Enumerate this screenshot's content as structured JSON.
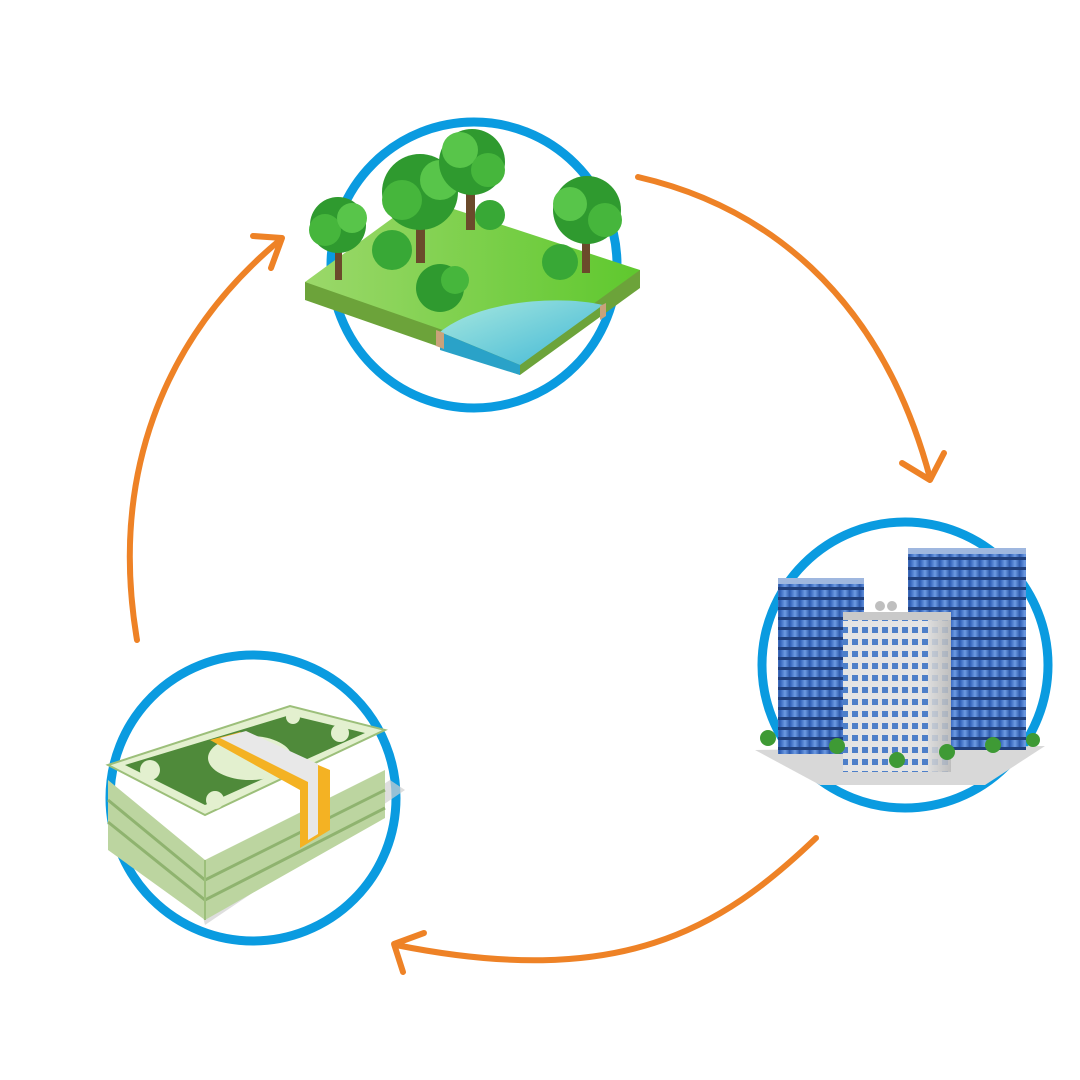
{
  "diagram": {
    "type": "cycle",
    "nodes": [
      {
        "id": "land",
        "icon": "land-with-trees-icon"
      },
      {
        "id": "buildings",
        "icon": "office-buildings-icon"
      },
      {
        "id": "money",
        "icon": "money-stack-icon"
      }
    ],
    "edges": [
      {
        "from": "land",
        "to": "buildings"
      },
      {
        "from": "buildings",
        "to": "money"
      },
      {
        "from": "money",
        "to": "land"
      }
    ],
    "colors": {
      "ring": "#0a9be0",
      "arrow": "#ee8226",
      "background": "#ffffff"
    }
  }
}
